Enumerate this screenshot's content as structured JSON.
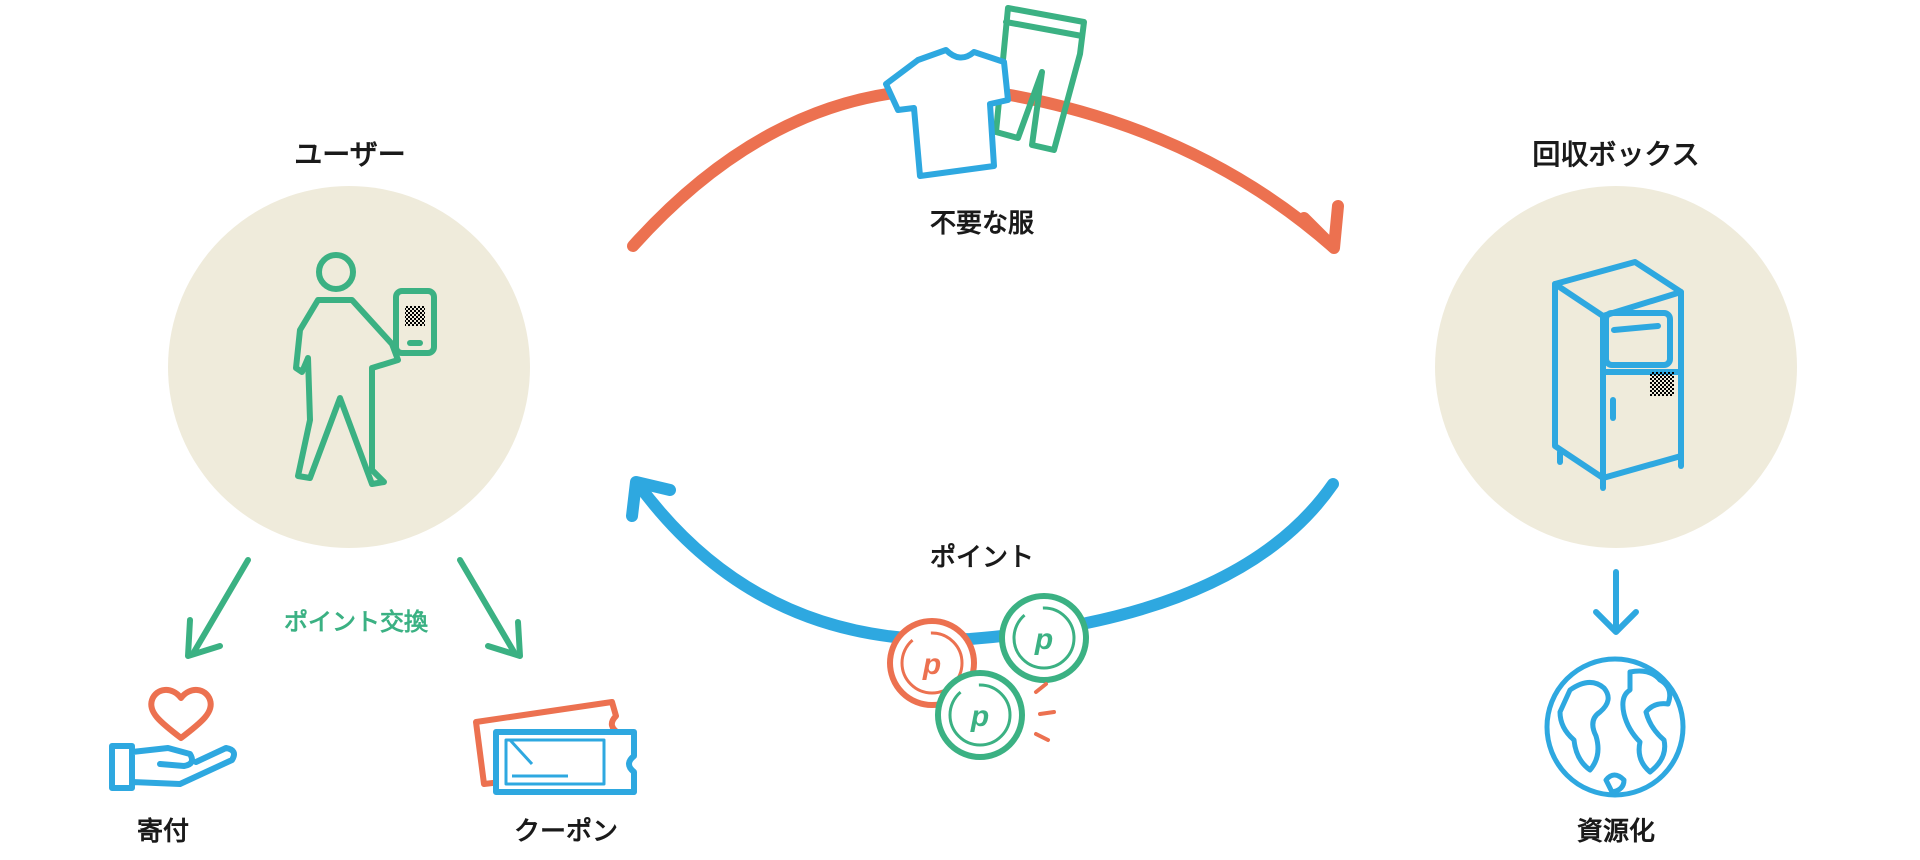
{
  "labels": {
    "user": "ユーザー",
    "box": "回収ボックス",
    "clothes": "不要な服",
    "points": "ポイント",
    "exchange": "ポイント交換",
    "donation": "寄付",
    "coupon": "クーポン",
    "recycle": "資源化"
  },
  "coin_glyph": "p",
  "icons": {
    "user_illustration": "person-with-phone-icon",
    "box_illustration": "collection-box-icon",
    "clothes_illustration": "tshirt-and-pants-icon",
    "points_illustration": "point-coins-icon",
    "donation_illustration": "heart-in-hand-icon",
    "coupon_illustration": "coupon-tickets-icon",
    "recycle_illustration": "globe-icon"
  },
  "colors": {
    "orange": "#ec7150",
    "blue": "#2ea8e0",
    "green": "#3bb183",
    "circle_bg": "#efebdb",
    "text": "#1a1a1a"
  }
}
